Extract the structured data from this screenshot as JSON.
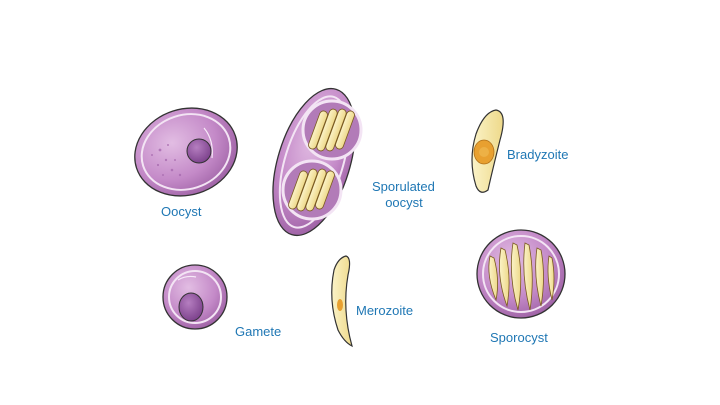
{
  "labels": {
    "oocyst": "Oocyst",
    "sporulated_line1": "Sporulated",
    "sporulated_line2": "oocyst",
    "bradyzoite": "Bradyzoite",
    "gamete": "Gamete",
    "merozoite": "Merozoite",
    "sporocyst": "Sporocyst"
  },
  "colors": {
    "label_text": "#1f77b4",
    "cell_purple": "#c48ac8",
    "cell_purple_dark": "#9c5fa3",
    "nucleus_purple": "#8a4a98",
    "zoite_yellow": "#f7e8a8",
    "zoite_nucleus": "#e8a030",
    "outline": "#333333"
  }
}
